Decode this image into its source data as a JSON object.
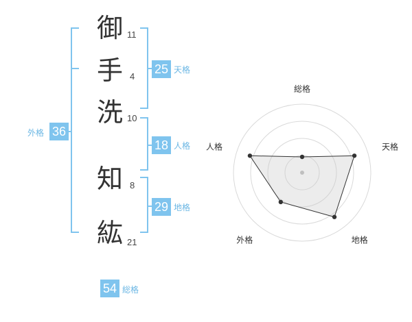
{
  "characters": [
    {
      "char": "御",
      "strokes": "11"
    },
    {
      "char": "手",
      "strokes": "4"
    },
    {
      "char": "洗",
      "strokes": "10"
    },
    {
      "char": "知",
      "strokes": "8"
    },
    {
      "char": "紘",
      "strokes": "21"
    }
  ],
  "kakusu": {
    "tenkaku": {
      "value": "25",
      "label": "天格"
    },
    "jinkaku": {
      "value": "18",
      "label": "人格"
    },
    "chikaku": {
      "value": "29",
      "label": "地格"
    },
    "gaikaku": {
      "value": "36",
      "label": "外格"
    },
    "soukaku": {
      "value": "54",
      "label": "総格"
    }
  },
  "colors": {
    "accent": "#7fc4ee",
    "accent_text": "#6cb7e4",
    "text": "#333333"
  },
  "chart_data": {
    "type": "radar",
    "axes": [
      "総格",
      "天格",
      "地格",
      "外格",
      "人格"
    ],
    "values": [
      0.23,
      0.8,
      0.8,
      0.53,
      0.8
    ],
    "range": [
      0,
      1
    ],
    "rings": 4
  }
}
